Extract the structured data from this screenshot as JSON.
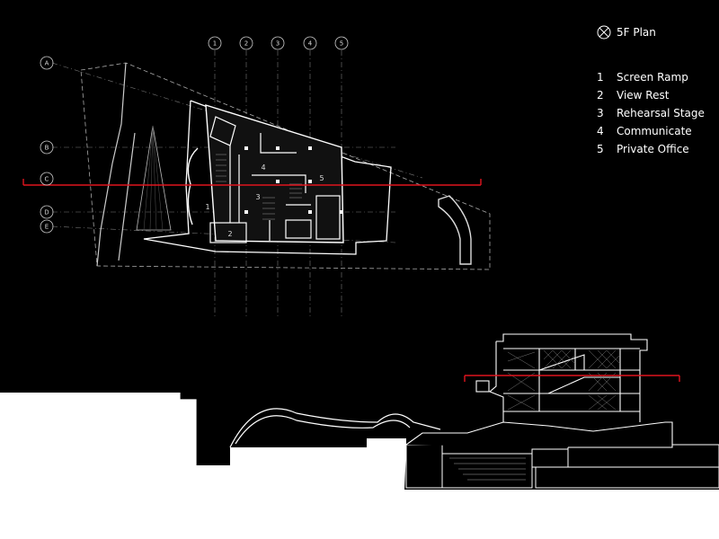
{
  "legend": {
    "title": "5F Plan",
    "items": [
      {
        "num": "1",
        "label": "Screen Ramp"
      },
      {
        "num": "2",
        "label": "View Rest"
      },
      {
        "num": "3",
        "label": "Rehearsal Stage"
      },
      {
        "num": "4",
        "label": "Communicate"
      },
      {
        "num": "5",
        "label": "Private Office"
      }
    ]
  },
  "grid": {
    "columns": [
      "1",
      "2",
      "3",
      "4",
      "5"
    ],
    "rows": [
      "A",
      "B",
      "C",
      "D",
      "E"
    ]
  },
  "room_labels": [
    "1",
    "2",
    "3",
    "4",
    "5"
  ],
  "colors": {
    "background": "#000000",
    "cut_line": "#e0141e",
    "line": "#ffffff",
    "ground": "#ffffff"
  }
}
